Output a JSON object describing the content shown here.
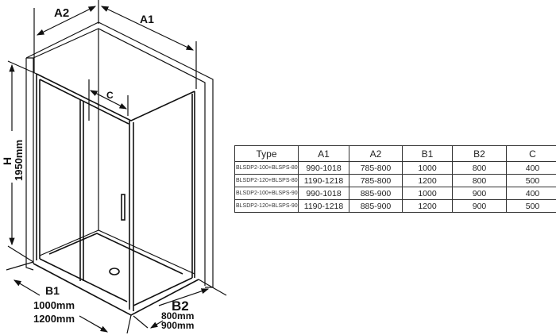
{
  "diagram": {
    "labels": {
      "a2": "A2",
      "a1": "A1",
      "c": "C",
      "h": "H",
      "height": "1950mm",
      "b1": "B1",
      "b1_size1": "1000mm",
      "b1_size2": "1200mm",
      "b2": "B2",
      "b2_size1": "800mm",
      "b2_size2": "900mm"
    }
  },
  "table": {
    "headers": [
      "Type",
      "A1",
      "A2",
      "B1",
      "B2",
      "C"
    ],
    "rows": [
      [
        "BLSDP2-100+BLSPS-80",
        "990-1018",
        "785-800",
        "1000",
        "800",
        "400"
      ],
      [
        "BLSDP2-120+BLSPS-80",
        "1190-1218",
        "785-800",
        "1200",
        "800",
        "500"
      ],
      [
        "BLSDP2-100+BLSPS-90",
        "990-1018",
        "885-900",
        "1000",
        "900",
        "400"
      ],
      [
        "BLSDP2-120+BLSPS-90",
        "1190-1218",
        "885-900",
        "1200",
        "900",
        "500"
      ]
    ]
  }
}
